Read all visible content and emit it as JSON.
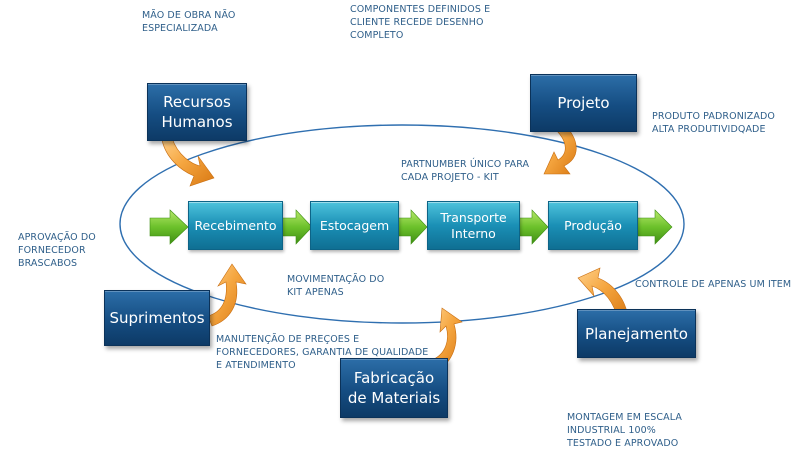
{
  "notes": {
    "mao_de_obra": "MÃO DE OBRA NÃO\nESPECIALIZADA",
    "componentes": "COMPONENTES DEFINIDOS E\nCLIENTE RECEDE DESENHO\nCOMPLETO",
    "produto": "PRODUTO PADRONIZADO\nALTA PRODUTIVIDQADE",
    "partnumber": "PARTNUMBER ÚNICO PARA\nCADA PROJETO - KIT",
    "aprovacao": "APROVAÇÃO DO\nFORNECEDOR\nBRASCABOS",
    "movimentacao": "MOVIMENTAÇÃO DO\nKIT APENAS",
    "controle": "CONTROLE DE APENAS UM ITEM",
    "manutencao": "MANUTENÇÃO DE PREÇOES E\nFORNECEDORES, GARANTIA DE QUALIDADE\nE ATENDIMENTO",
    "montagem": "MONTAGEM EM ESCALA\nINDUSTRIAL 100%\nTESTADO E APROVADO"
  },
  "boxes": {
    "recursos_humanos": "Recursos\nHumanos",
    "projeto": "Projeto",
    "suprimentos": "Suprimentos",
    "planejamento": "Planejamento",
    "fabricacao": "Fabricação\nde Materiais"
  },
  "steps": {
    "recebimento": "Recebimento",
    "estocagem": "Estocagem",
    "transporte": "Transporte\nInterno",
    "producao": "Produção"
  },
  "colors": {
    "note_text": "#2f5f8a",
    "ellipse": "#2f6fb0",
    "box_blue": "#154d82",
    "step_cyan": "#1a8fb5",
    "arrow_green": "#6cc12b",
    "arrow_orange": "#f39a2b"
  },
  "icons": {
    "flow_arrow": "green-right-arrow-icon",
    "curved_arrow": "orange-curved-arrow-icon"
  }
}
